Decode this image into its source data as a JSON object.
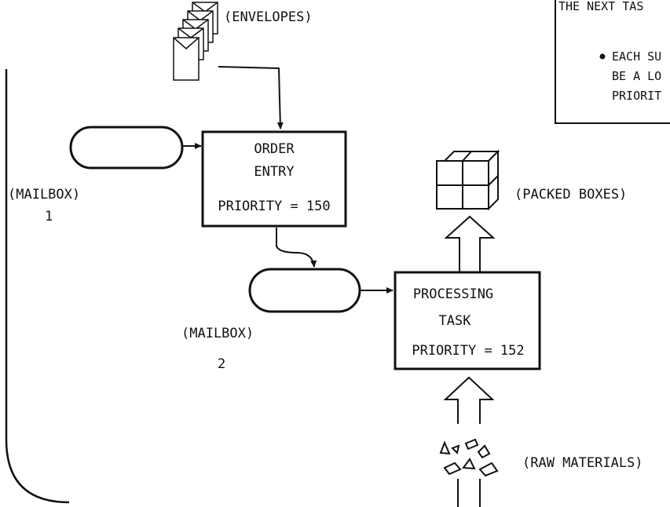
{
  "labels": {
    "envelopes": "(ENVELOPES)",
    "mailbox1": "(MAILBOX)",
    "mailbox1_num": "1",
    "mailbox2": "(MAILBOX)",
    "mailbox2_num": "2",
    "packed_boxes": "(PACKED BOXES)",
    "raw_materials": "(RAW MATERIALS)"
  },
  "order_entry": {
    "line1": "ORDER",
    "line2": "ENTRY",
    "priority": "PRIORITY = 150"
  },
  "processing_task": {
    "line1": "PROCESSING",
    "line2": "TASK",
    "priority": "PRIORITY = 152"
  },
  "note_box": {
    "line1": "THE NEXT TAS",
    "line2": "EACH SU",
    "line3": "BE A LO",
    "line4": "PRIORIT"
  }
}
